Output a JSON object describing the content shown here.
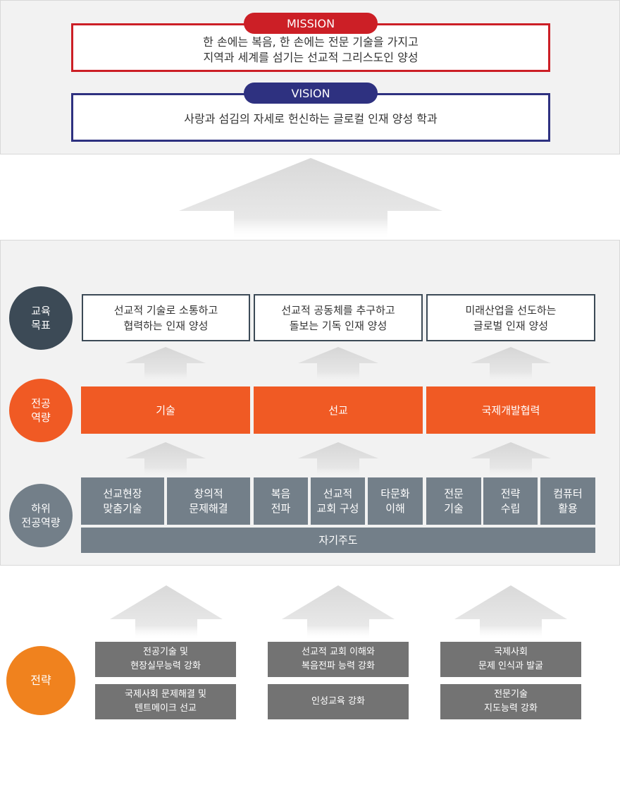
{
  "mission": {
    "label": "MISSION",
    "line1": "한 손에는 복음, 한 손에는 전문 기술을 가지고",
    "line2": "지역과 세계를 섬기는 선교적 그리스도인 양성"
  },
  "vision": {
    "label": "VISION",
    "text": "사랑과 섬김의 자세로 헌신하는 글로컬 인재 양성 학과"
  },
  "rows": {
    "goal": {
      "line1": "교육",
      "line2": "목표"
    },
    "competency": {
      "line1": "전공",
      "line2": "역량"
    },
    "sub": {
      "line1": "하위",
      "line2": "전공역량"
    },
    "strategy": {
      "label": "전략"
    }
  },
  "goals": [
    {
      "line1": "선교적 기술로 소통하고",
      "line2": "협력하는 인재 양성"
    },
    {
      "line1": "선교적 공동체를 추구하고",
      "line2": "돌보는 기독 인재 양성"
    },
    {
      "line1": "미래산업을 선도하는",
      "line2": "글로벌 인재 양성"
    }
  ],
  "competencies": [
    "기술",
    "선교",
    "국제개발협력"
  ],
  "sub_competencies": [
    {
      "line1": "선교현장",
      "line2": "맞춤기술"
    },
    {
      "line1": "창의적",
      "line2": "문제해결"
    },
    {
      "line1": "복음",
      "line2": "전파"
    },
    {
      "line1": "선교적",
      "line2": "교회 구성"
    },
    {
      "line1": "타문화",
      "line2": "이해"
    },
    {
      "line1": "전문",
      "line2": "기술"
    },
    {
      "line1": "전략",
      "line2": "수립"
    },
    {
      "line1": "컴퓨터",
      "line2": "활용"
    }
  ],
  "common_sub": "자기주도",
  "strategies": [
    {
      "line1": "전공기술 및",
      "line2": "현장실무능력 강화"
    },
    {
      "line1": "국제사회 문제해결 및",
      "line2": "텐트메이크 선교"
    },
    {
      "line1": "선교적 교회 이해와",
      "line2": "복음전파 능력 강화"
    },
    {
      "line1": "인성교육 강화",
      "line2": ""
    },
    {
      "line1": "국제사회",
      "line2": "문제 인식과 발굴"
    },
    {
      "line1": "전문기술",
      "line2": "지도능력 강화"
    }
  ],
  "colors": {
    "mission": "#cc1f26",
    "vision": "#2e3180",
    "goal_circle": "#3c4a56",
    "competency": "#f05a24",
    "sub": "#737f89",
    "strategy_circle": "#f0821e",
    "strategy_box": "#737373"
  }
}
